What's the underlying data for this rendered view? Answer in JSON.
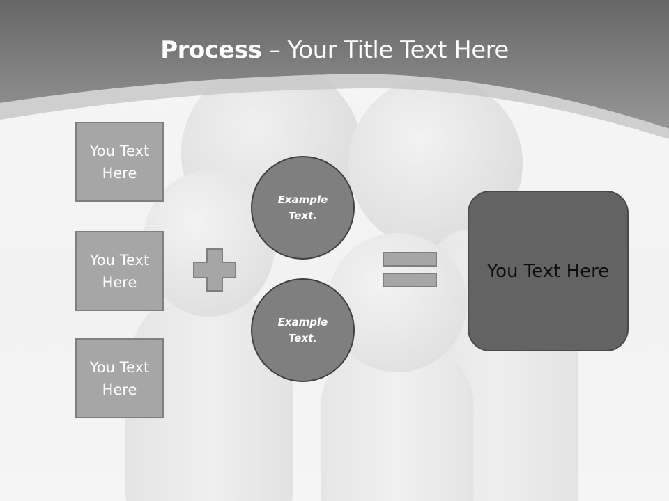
{
  "slide": {
    "title_bold": "Process",
    "title_rest": " – Your Title Text Here",
    "left_boxes": [
      {
        "label": "You Text Here"
      },
      {
        "label": "You Text Here"
      },
      {
        "label": "You Text Here"
      }
    ],
    "operator_plus": "plus-icon",
    "circles": [
      {
        "label": "Example Text."
      },
      {
        "label": "Example Text."
      }
    ],
    "operator_equals": "equals-icon",
    "result_box": {
      "label": "You Text Here"
    }
  },
  "colors": {
    "header_dark": "#696969",
    "header_light": "#8c8c8c",
    "box_fill": "#a6a6a6",
    "box_border": "#7f7f7f",
    "circle_fill": "#7f7f7f",
    "circle_border": "#3f3f3f",
    "result_fill": "#636363",
    "result_text": "#0d0d0d",
    "title_text": "#ffffff"
  }
}
